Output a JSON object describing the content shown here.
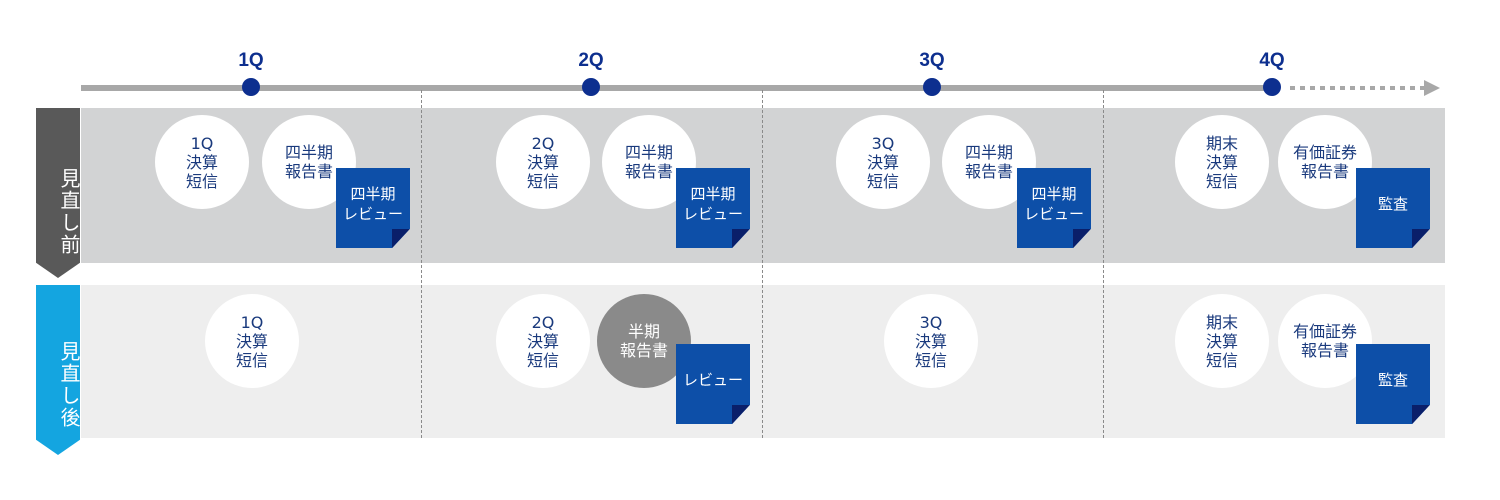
{
  "quarters": [
    "1Q",
    "2Q",
    "3Q",
    "4Q"
  ],
  "rows": {
    "before": {
      "label": "見直し前",
      "q1": {
        "tanshin": [
          "1Q",
          "決算",
          "短信"
        ],
        "report": [
          "四半期",
          "報告書"
        ],
        "review": [
          "四半期",
          "レビュー"
        ]
      },
      "q2": {
        "tanshin": [
          "2Q",
          "決算",
          "短信"
        ],
        "report": [
          "四半期",
          "報告書"
        ],
        "review": [
          "四半期",
          "レビュー"
        ]
      },
      "q3": {
        "tanshin": [
          "3Q",
          "決算",
          "短信"
        ],
        "report": [
          "四半期",
          "報告書"
        ],
        "review": [
          "四半期",
          "レビュー"
        ]
      },
      "q4": {
        "tanshin": [
          "期末",
          "決算",
          "短信"
        ],
        "report": [
          "有価証券",
          "報告書"
        ],
        "review": [
          "監査"
        ]
      }
    },
    "after": {
      "label": "見直し後",
      "q1": {
        "tanshin": [
          "1Q",
          "決算",
          "短信"
        ]
      },
      "q2": {
        "tanshin": [
          "2Q",
          "決算",
          "短信"
        ],
        "report": [
          "半期",
          "報告書"
        ],
        "review": [
          "レビュー"
        ]
      },
      "q3": {
        "tanshin": [
          "3Q",
          "決算",
          "短信"
        ]
      },
      "q4": {
        "tanshin": [
          "期末",
          "決算",
          "短信"
        ],
        "report": [
          "有価証券",
          "報告書"
        ],
        "review": [
          "監査"
        ]
      }
    }
  },
  "colors": {
    "navy": "#0d2f8f",
    "doc_blue": "#0d4fa8",
    "tab_before": "#595959",
    "tab_after": "#14a5e0",
    "band_before": "#d2d3d4",
    "band_after": "#eeeeee",
    "circle_text": "#1a3a7d",
    "gray_circle": "#8a8a8a"
  }
}
